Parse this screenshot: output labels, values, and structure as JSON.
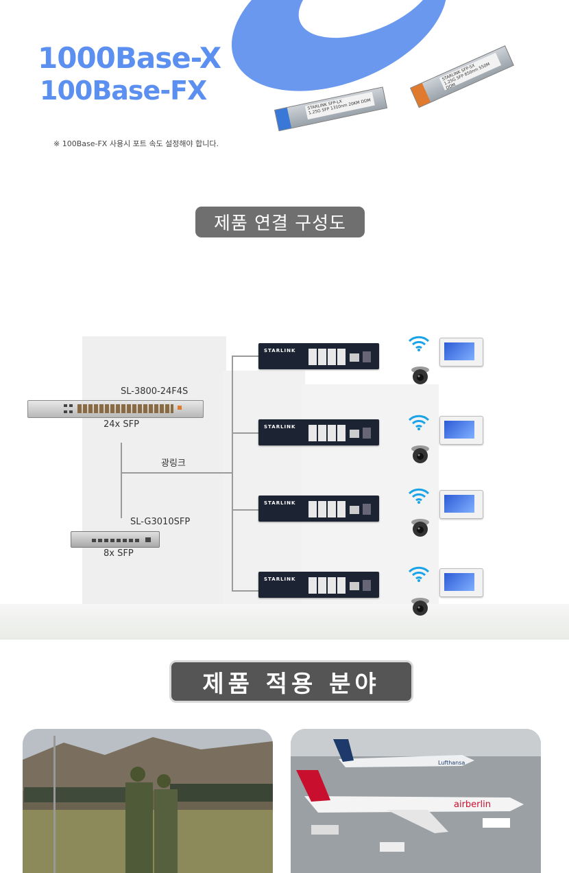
{
  "header": {
    "title_line1": "1000Base-X",
    "title_line2": "100Base-FX",
    "note": "※ 100Base-FX 사용시 포트 속도 설정해야 합니다."
  },
  "sfp_modules": [
    {
      "brand": "STARLINK",
      "model": "SFP-LX",
      "spec": "1.25G SFP 1310nm 20KM DDM"
    },
    {
      "brand": "STARLINK",
      "model": "SFP-SX",
      "spec": "1.25G SFP 850nm 550M DDM"
    }
  ],
  "section_connection": {
    "title": "제품 연결 구성도"
  },
  "diagram": {
    "core_switch": {
      "model": "SL-3800-24F4S",
      "ports": "24x SFP"
    },
    "link_label": "광링크",
    "edge_switch": {
      "model": "SL-G3010SFP",
      "ports": "8x SFP"
    },
    "poe_brand": "STARLINK",
    "poe_count": 4
  },
  "section_application": {
    "title": "제품 적용 분야"
  },
  "photos": [
    {
      "name": "military"
    },
    {
      "name": "airport",
      "plane_text": "airberlin",
      "plane_text2": "Lufthansa"
    }
  ],
  "colors": {
    "accent_blue": "#5b8ff0",
    "banner_gray": "#6f6f6f",
    "wifi_blue": "#1aa3e8"
  }
}
